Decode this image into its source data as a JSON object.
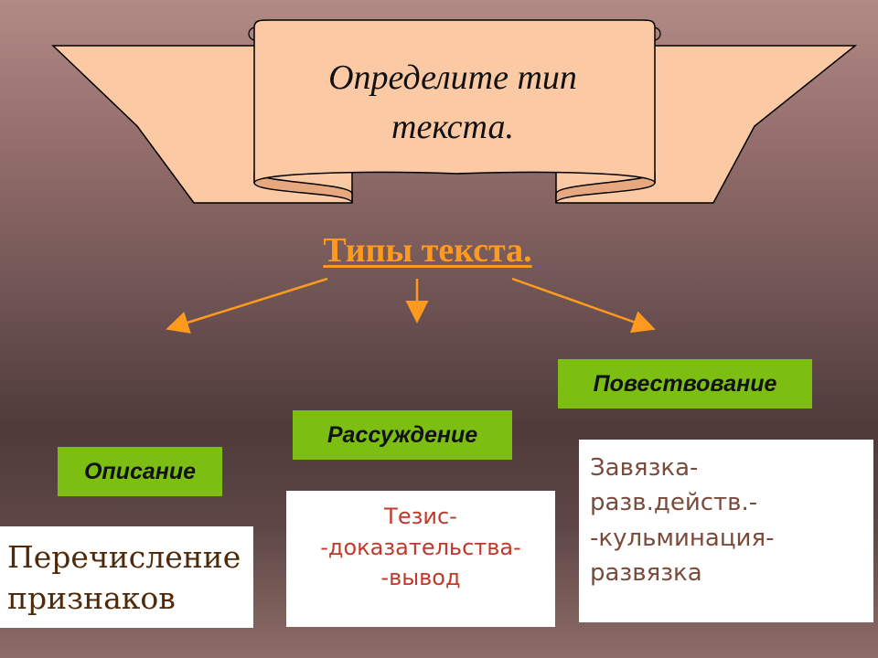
{
  "banner": {
    "title_line1": "Определите тип",
    "title_line2": "текста."
  },
  "subtitle": "Типы текста.",
  "types": [
    {
      "label": "Описание",
      "lines": [
        "Перечисление",
        "признаков"
      ]
    },
    {
      "label": "Рассуждение",
      "lines": [
        "Тезис-",
        "-доказательства-",
        "-вывод"
      ]
    },
    {
      "label": "Повествование",
      "lines": [
        "Завязка-",
        "разв.действ.-",
        "-кульминация-",
        "развязка"
      ]
    }
  ],
  "colors": {
    "ribbon_fill": "#fbc9a3",
    "ribbon_stroke": "#000000",
    "subtitle": "#ff9a1e",
    "arrow": "#ff9a1e",
    "label_bg": "#7cbf12"
  }
}
